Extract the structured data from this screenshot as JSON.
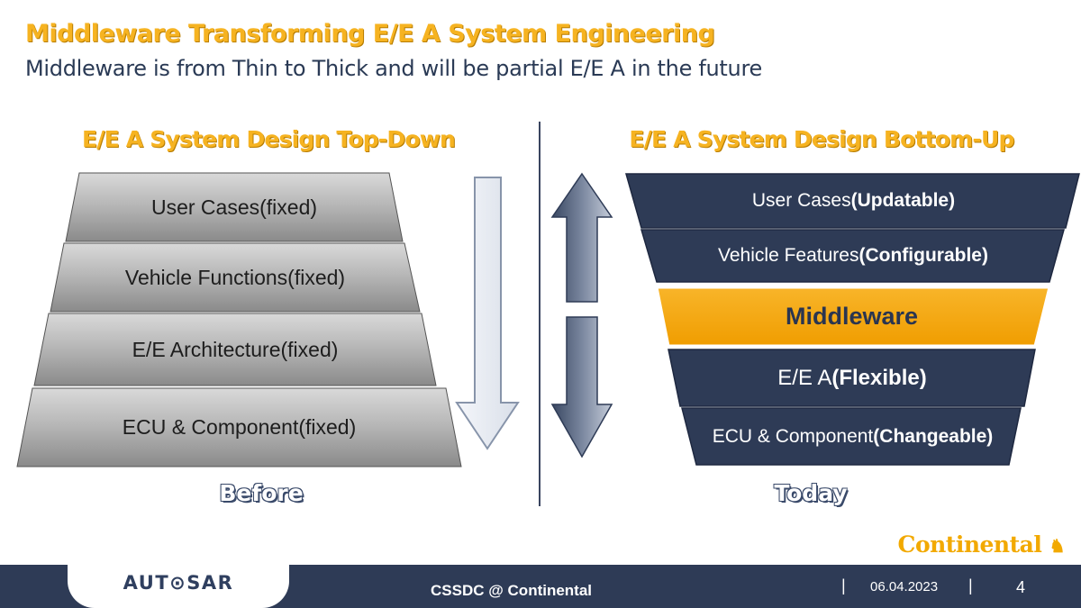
{
  "slide": {
    "title": "Middleware Transforming E/E A System Engineering",
    "subtitle": "Middleware is from Thin to Thick and will be partial E/E A in the future"
  },
  "left_panel": {
    "heading": "E/E A System Design Top-Down",
    "layers": [
      "User Cases(fixed)",
      "Vehicle Functions(fixed)",
      "E/E Architecture(fixed)",
      "ECU & Component(fixed)"
    ],
    "caption": "Before"
  },
  "right_panel": {
    "heading": "E/E A System Design Bottom-Up",
    "layers": [
      {
        "normal": "User Cases",
        "bold": "(Updatable)"
      },
      {
        "normal": "Vehicle Features",
        "bold": "(Configurable)"
      },
      {
        "normal": "",
        "bold": "Middleware"
      },
      {
        "normal": "E/E A",
        "bold": "(Flexible)"
      },
      {
        "normal": "ECU & Component",
        "bold": "(Changeable)"
      }
    ],
    "caption": "Today"
  },
  "footer": {
    "autosar_logo": "AUT⊙SAR",
    "event": "CSSDC @ Continental",
    "separator": "|",
    "date": "06.04.2023",
    "page": "4",
    "continental_logo": "Continental"
  },
  "colors": {
    "accent_orange": "#f6b321",
    "navy": "#2e3b56",
    "middleware_orange": "#f5a50a",
    "layer_gray": "#a9a9a9"
  }
}
